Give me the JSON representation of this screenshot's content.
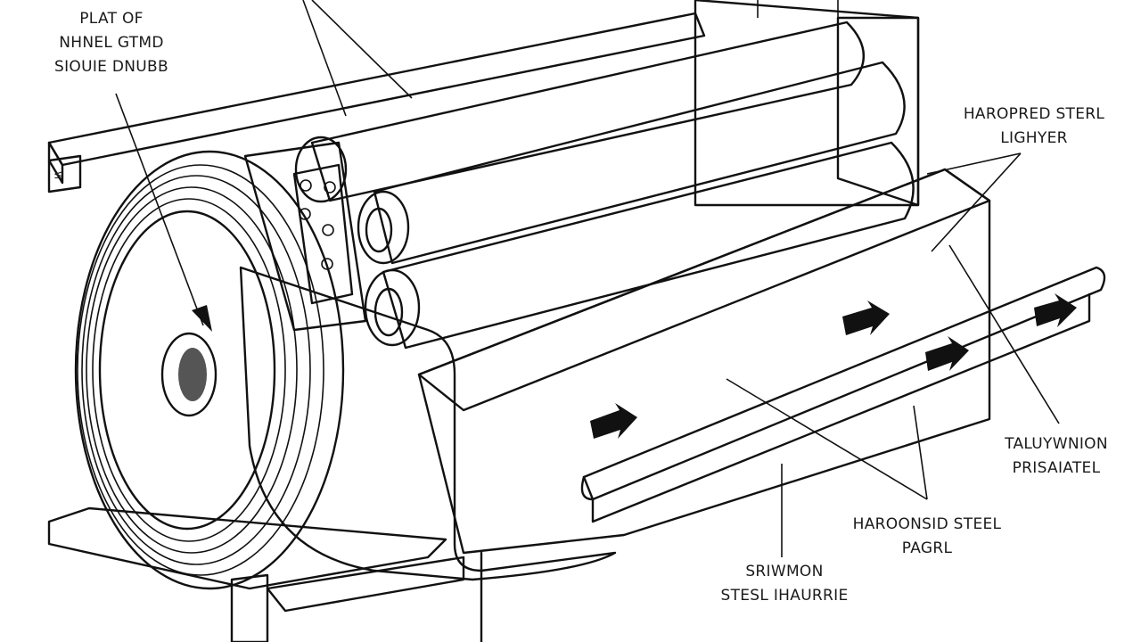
{
  "diagram": {
    "labels": [
      {
        "id": "plate-label",
        "lines": [
          "PLAT OF",
          "NHNEL GTMD",
          "SIOUIE DNUBB"
        ]
      },
      {
        "id": "hardened-steel-layer",
        "lines": [
          "HAROPRED STERL",
          "LIGHYER"
        ]
      },
      {
        "id": "aluminum-material",
        "lines": [
          "TALUYWNION",
          "PRISAIATEL"
        ]
      },
      {
        "id": "hardened-steel-panel",
        "lines": [
          "HAROONSID STEEL",
          "PAGRL"
        ]
      },
      {
        "id": "steel-machine",
        "lines": [
          "SRIWMON",
          "STESL IHAURRIE"
        ]
      }
    ],
    "colors": {
      "ink": "#111111",
      "metal_light": "#f2f2f2",
      "metal_mid": "#c8c8c8",
      "metal_dark": "#6e6e6e"
    }
  }
}
